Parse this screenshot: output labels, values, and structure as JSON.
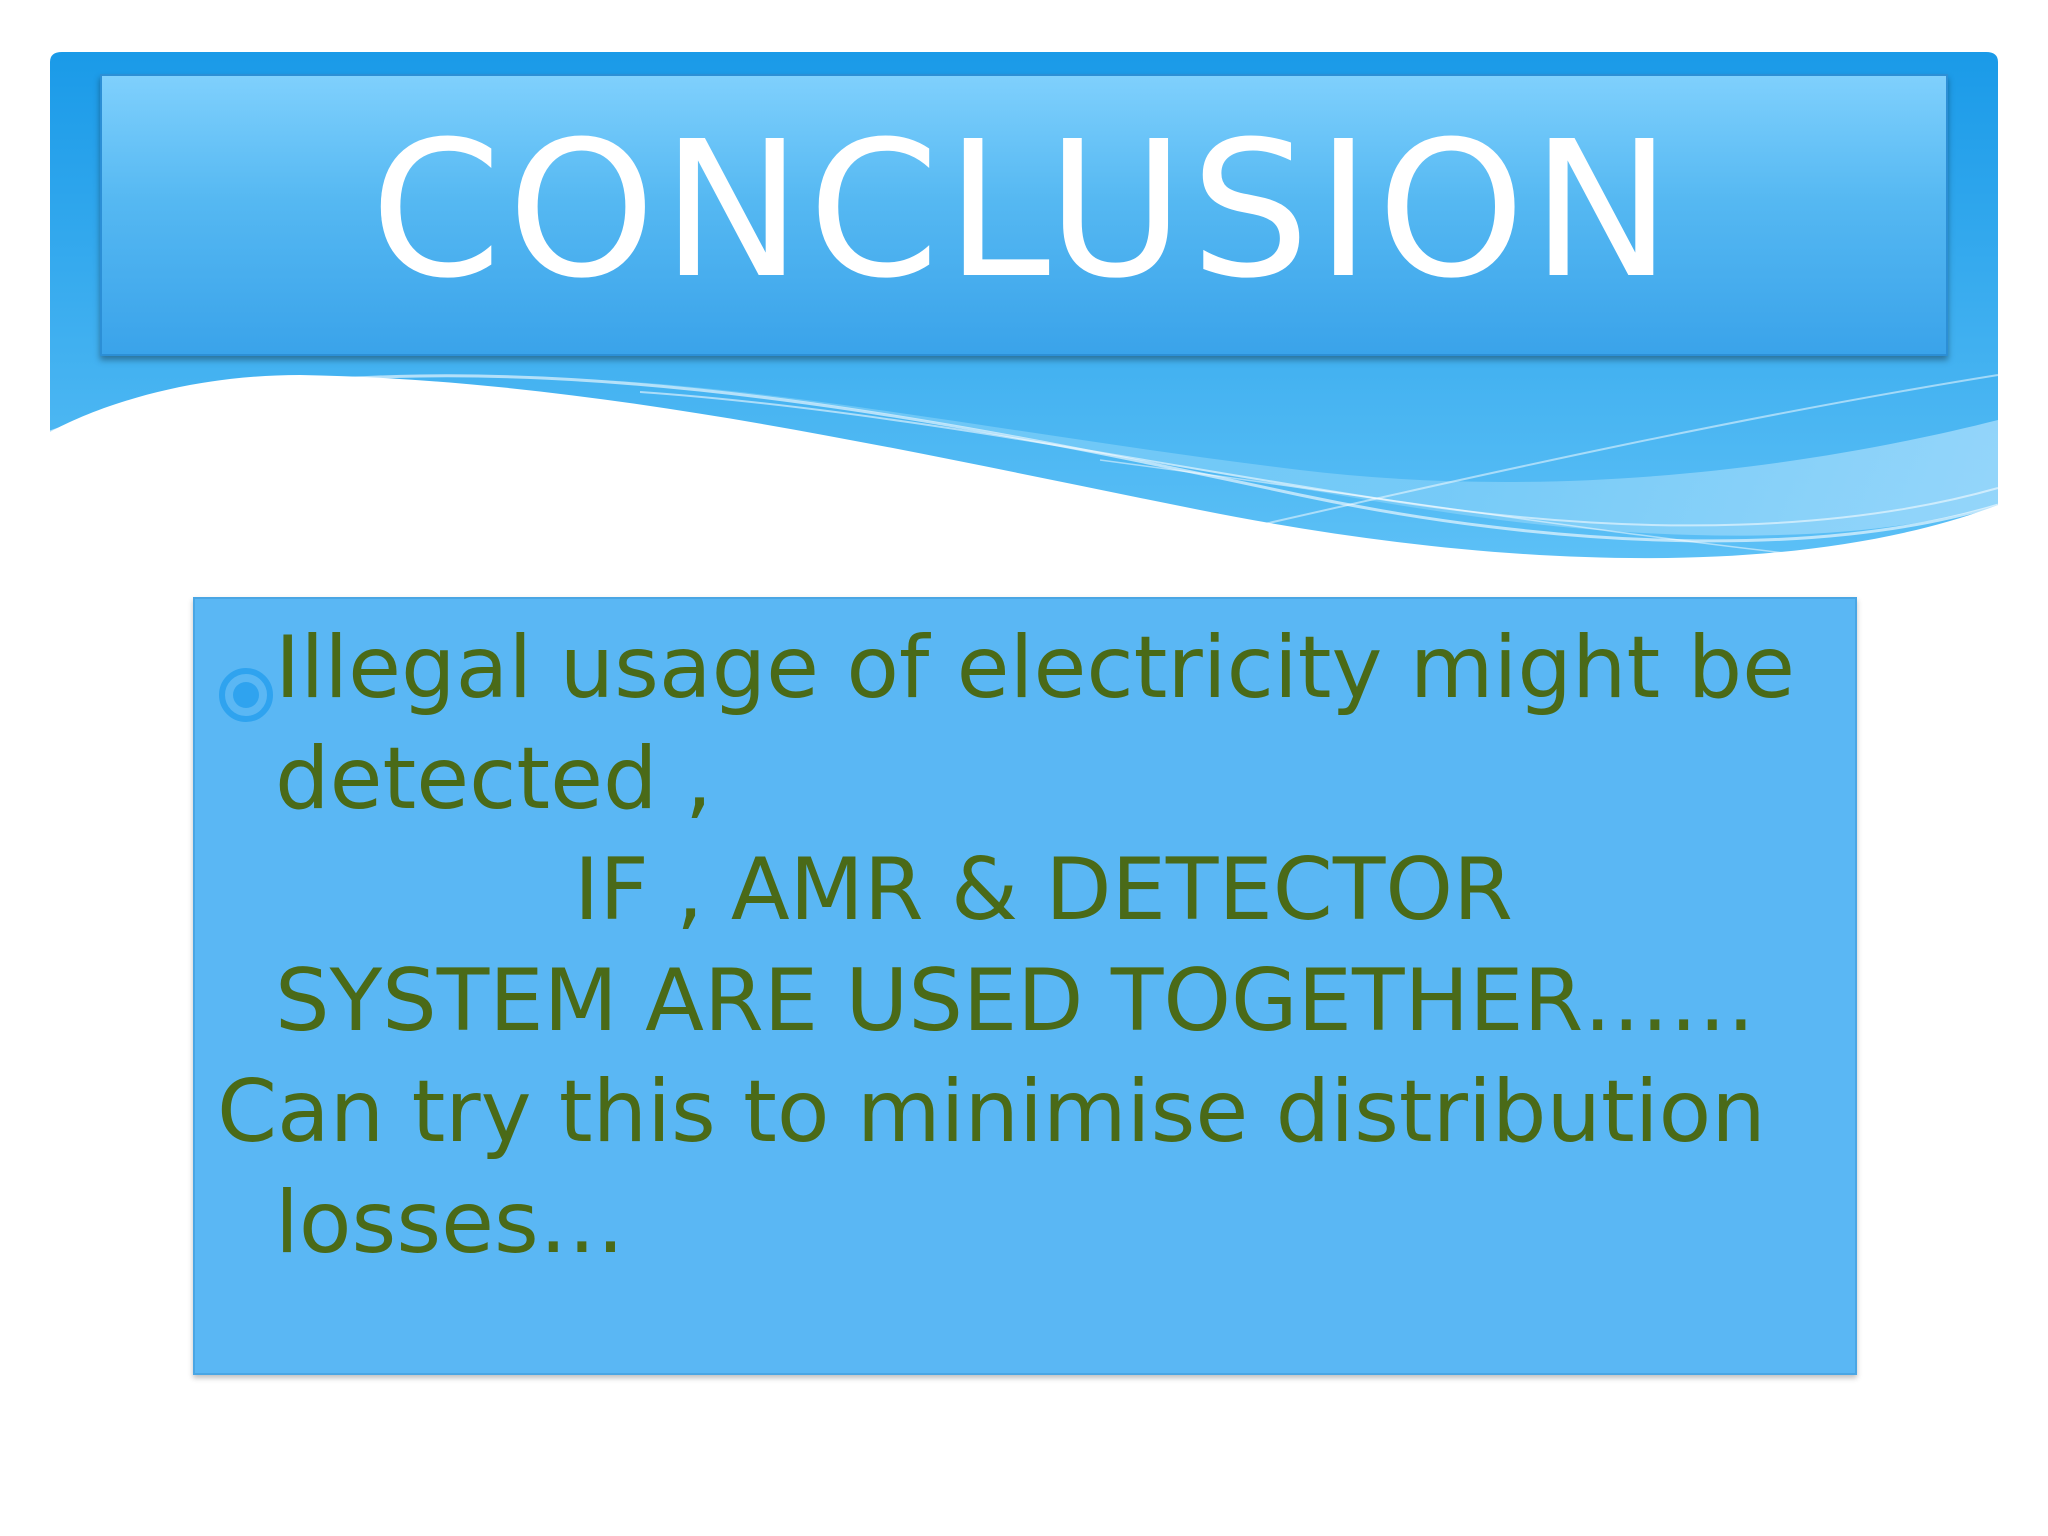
{
  "slide": {
    "title": "CONCLUSION",
    "content": {
      "bullet_icon": "target-bullet-icon",
      "line1": "Illegal usage of electricity might be",
      "line2": "detected ,",
      "line3": "IF , AMR & DETECTOR",
      "line4": "SYSTEM ARE USED TOGETHER……",
      "line5": "Can try this to minimise distribution",
      "line6": "losses…"
    },
    "colors": {
      "title_text": "#ffffff",
      "title_box": "#55b8f2",
      "content_box": "#5ab7f4",
      "content_text": "#4a6a18",
      "bullet": "#2fa3ef"
    }
  }
}
